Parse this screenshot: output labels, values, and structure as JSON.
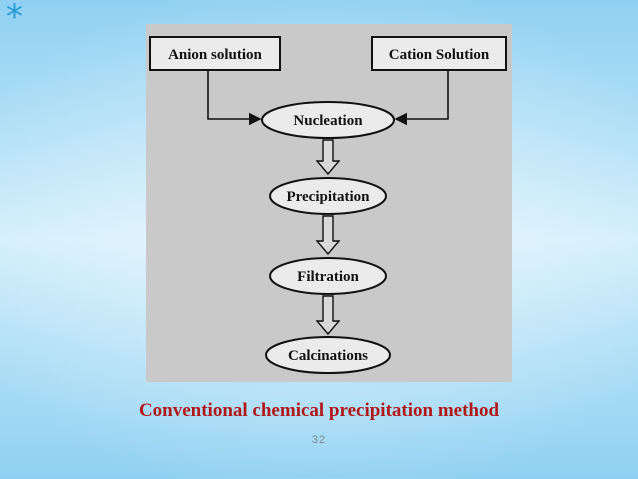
{
  "decoration": {
    "bullet_glyph": "*",
    "accent_color": "#2a9ad8"
  },
  "diagram": {
    "inputs": {
      "anion": "Anion solution",
      "cation": "Cation Solution"
    },
    "steps": [
      {
        "label": "Nucleation"
      },
      {
        "label": "Precipitation"
      },
      {
        "label": "Filtration"
      },
      {
        "label": "Calcinations"
      }
    ]
  },
  "caption": "Conventional chemical precipitation method",
  "caption_color": "#b01818",
  "page_number": "32"
}
